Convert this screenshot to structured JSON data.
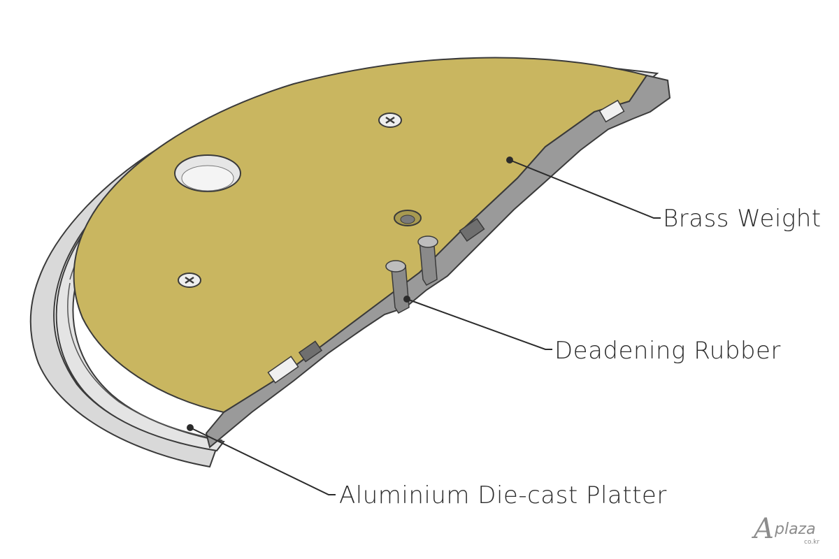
{
  "callouts": {
    "brass_weight": "Brass Weight",
    "deadening_rubber": "Deadening Rubber",
    "aluminium_platter": "Aluminium Die-cast Platter"
  },
  "watermark": {
    "initial": "A",
    "name": "plaza",
    "domain": "co.kr"
  },
  "colors": {
    "brass": "#c9b660",
    "aluminium": "#dedede",
    "rubber": "#9a9a9a",
    "outline": "#3a3a3a"
  }
}
